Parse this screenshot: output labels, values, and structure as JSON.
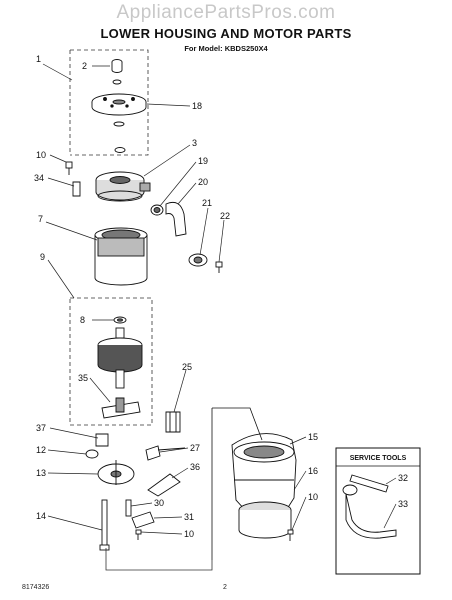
{
  "watermark": "AppliancePartsPros.com",
  "title": "LOWER HOUSING AND MOTOR PARTS",
  "model_line": "For Model: KBDS250X4",
  "service_tools_label": "SERVICE TOOLS",
  "footer": {
    "doc_number": "8174326",
    "page_number": "2"
  },
  "callouts": {
    "c1": "1",
    "c2": "2",
    "c18": "18",
    "c3": "3",
    "c10a": "10",
    "c19": "19",
    "c34": "34",
    "c20": "20",
    "c21": "21",
    "c22": "22",
    "c7": "7",
    "c9": "9",
    "c8": "8",
    "c35": "35",
    "c25": "25",
    "c37": "37",
    "c27": "27",
    "c12": "12",
    "c36": "36",
    "c13": "13",
    "c15": "15",
    "c16": "16",
    "c10b": "10",
    "c30": "30",
    "c14": "14",
    "c31": "31",
    "c10c": "10",
    "c32": "32",
    "c33": "33"
  }
}
